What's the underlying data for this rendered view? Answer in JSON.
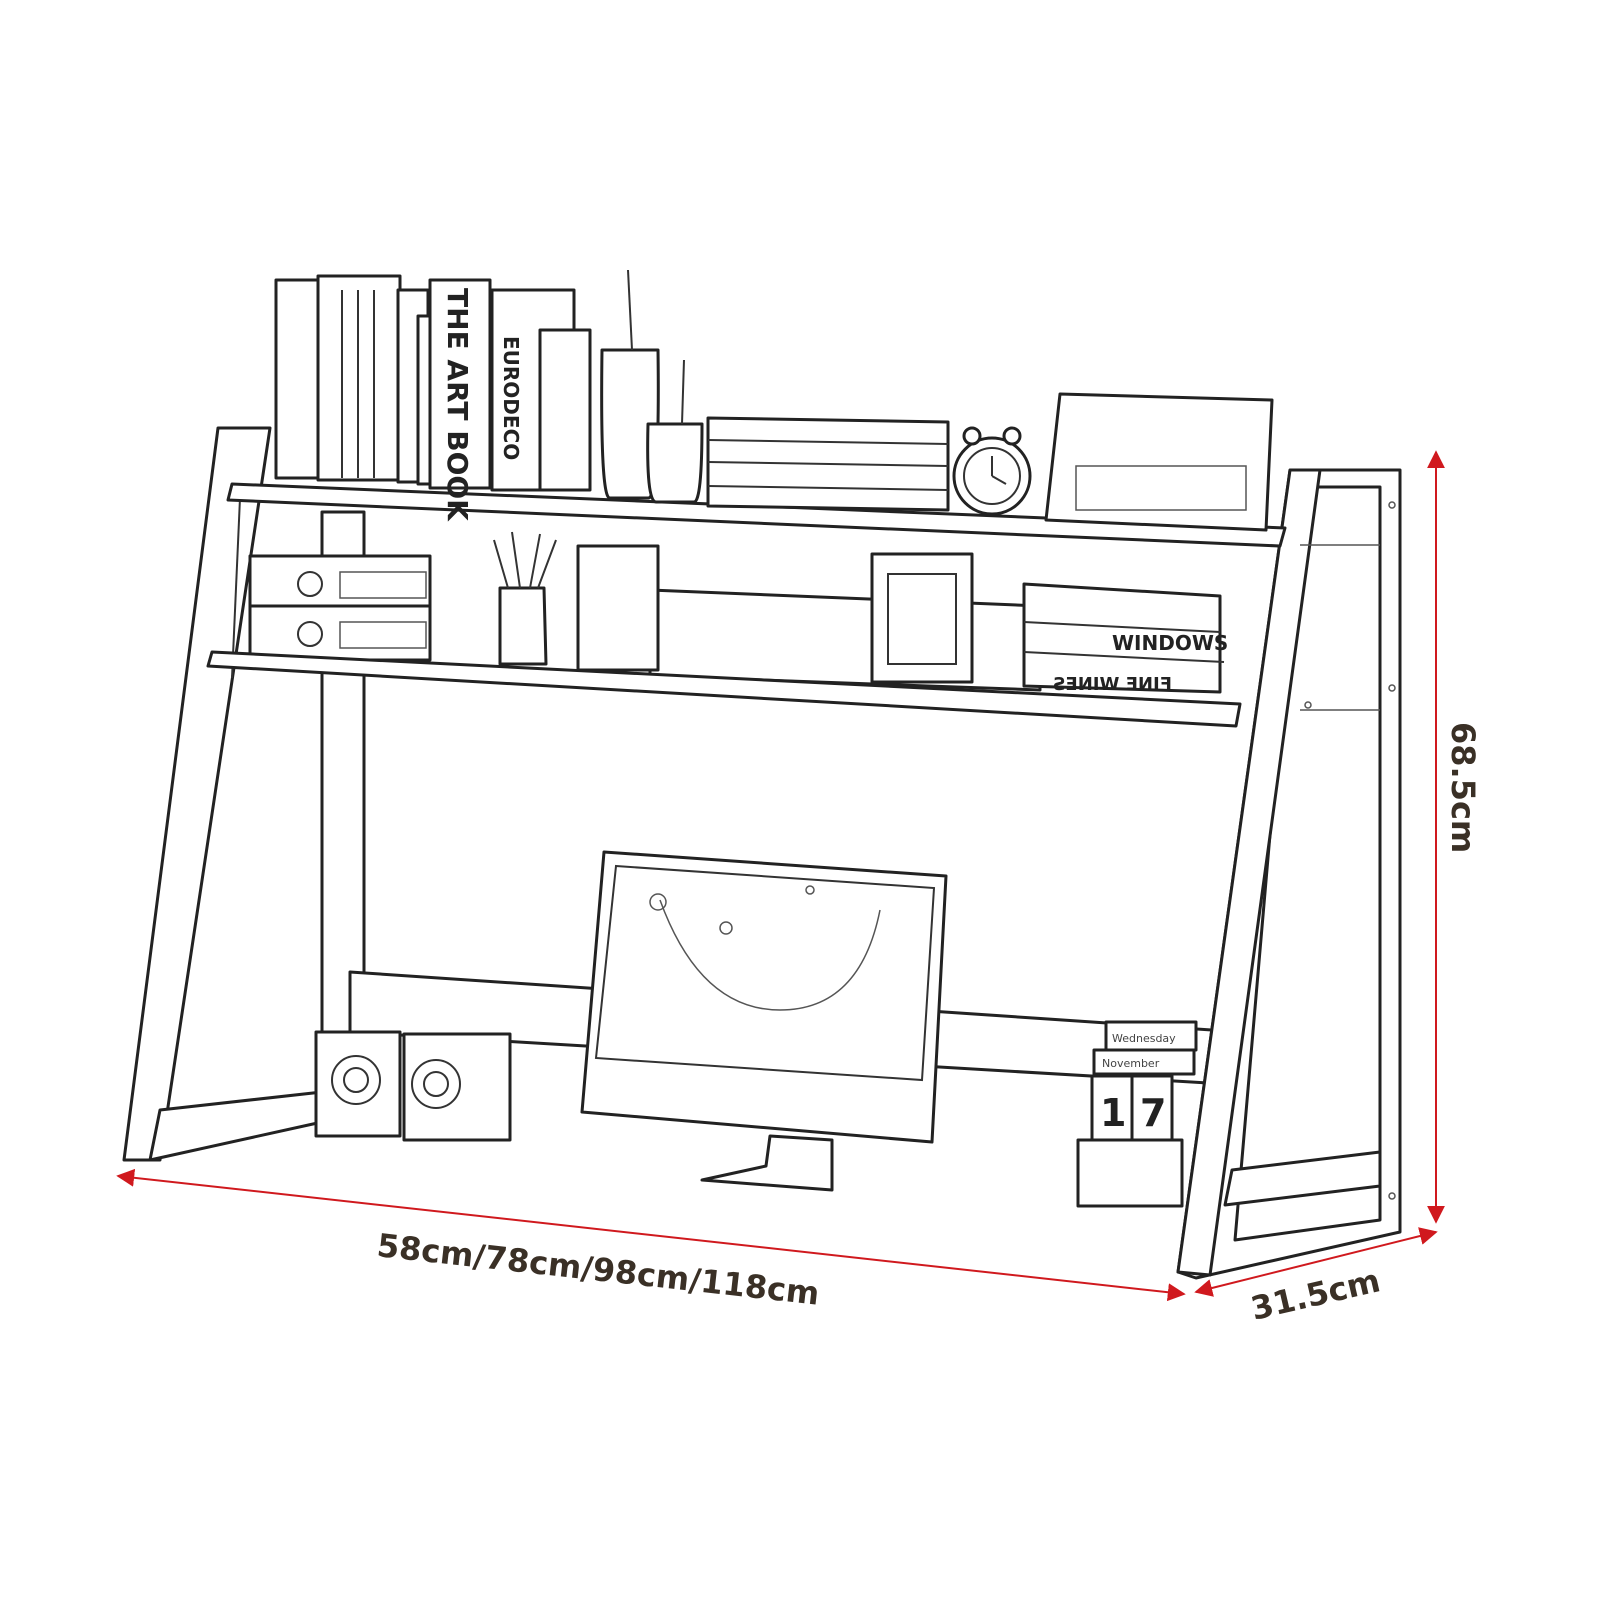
{
  "drawing": {
    "dimensions": {
      "width": "58cm/78cm/98cm/118cm",
      "depth": "31.5cm",
      "height": "68.5cm"
    },
    "book_spines": {
      "art_book": "THE ART BOOK",
      "euro_deco": "EURODECO",
      "windows": "WINDOWS",
      "fine_wines": "FINE WINES"
    },
    "calendar": {
      "day_name": "Wednesday",
      "month": "November",
      "digit_1": "1",
      "digit_2": "7"
    },
    "colors": {
      "dimension_arrow": "#d0191e",
      "label_text": "#3a3026",
      "outline": "#222222"
    }
  }
}
